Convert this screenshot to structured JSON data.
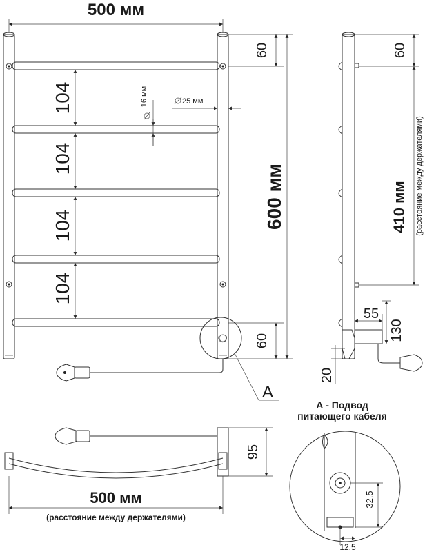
{
  "front_view": {
    "width_label": "500 мм",
    "height_label": "600 мм",
    "top_offset": "60",
    "bottom_offset": "60",
    "spacings": [
      "104",
      "104",
      "104",
      "104"
    ],
    "bar_diameter": "16 мм",
    "post_diameter": "25 мм",
    "detail_marker": "A"
  },
  "side_view": {
    "top_offset": "60",
    "holder_spacing_label": "410 мм",
    "holder_spacing_note": "(расстояние между держателями)",
    "depth_55": "55",
    "height_130": "130",
    "bottom_20": "20"
  },
  "top_view": {
    "depth": "95",
    "width_label": "500 мм",
    "width_note": "(расстояние между держателями)"
  },
  "detail": {
    "title_line1": "А - Подвод",
    "title_line2": "питающего кабеля",
    "dim_32_5": "32,5",
    "dim_12_5": "12,5"
  }
}
